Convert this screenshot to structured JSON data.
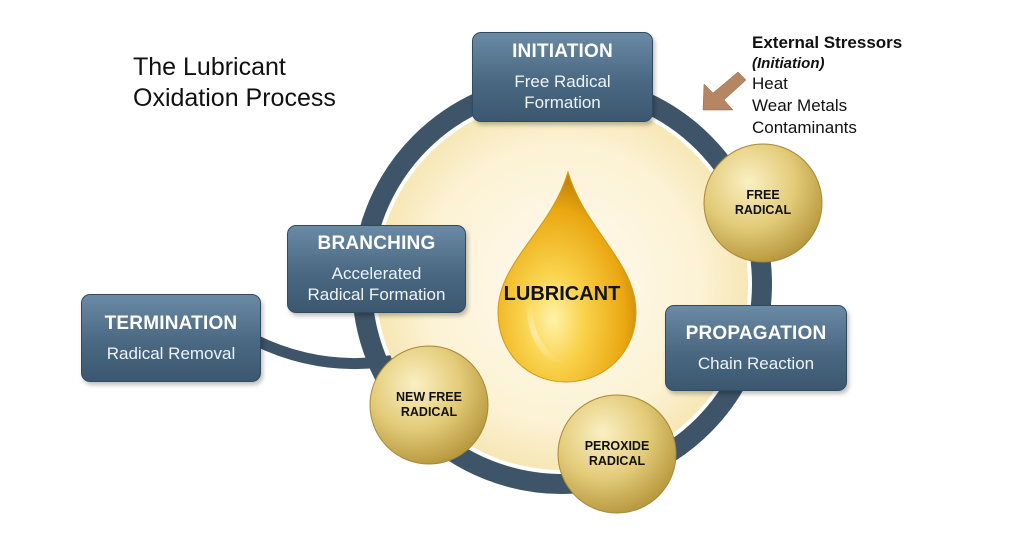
{
  "title": {
    "line1": "The Lubricant",
    "line2": "Oxidation Process"
  },
  "center": {
    "label": "LUBRICANT"
  },
  "stages": {
    "initiation": {
      "head": "INITIATION",
      "sub1": "Free Radical",
      "sub2": "Formation"
    },
    "propagation": {
      "head": "PROPAGATION",
      "sub1": "Chain Reaction"
    },
    "branching": {
      "head": "BRANCHING",
      "sub1": "Accelerated",
      "sub2": "Radical Formation"
    },
    "termination": {
      "head": "TERMINATION",
      "sub1": "Radical Removal"
    }
  },
  "radicals": {
    "free": {
      "line1": "FREE",
      "line2": "RADICAL"
    },
    "peroxide": {
      "line1": "PEROXIDE",
      "line2": "RADICAL"
    },
    "new_free": {
      "line1": "NEW FREE",
      "line2": "RADICAL"
    }
  },
  "stressors": {
    "heading": "External Stressors",
    "subheading": "(Initiation)",
    "items": [
      "Heat",
      "Wear Metals",
      "Contaminants"
    ]
  },
  "colors": {
    "ring": "#3e5468",
    "disc": "#fbf1cf",
    "box": "#4a6882",
    "radical": "#d9bf62",
    "drop": "#f2b61c",
    "arrow": "#b48662"
  }
}
